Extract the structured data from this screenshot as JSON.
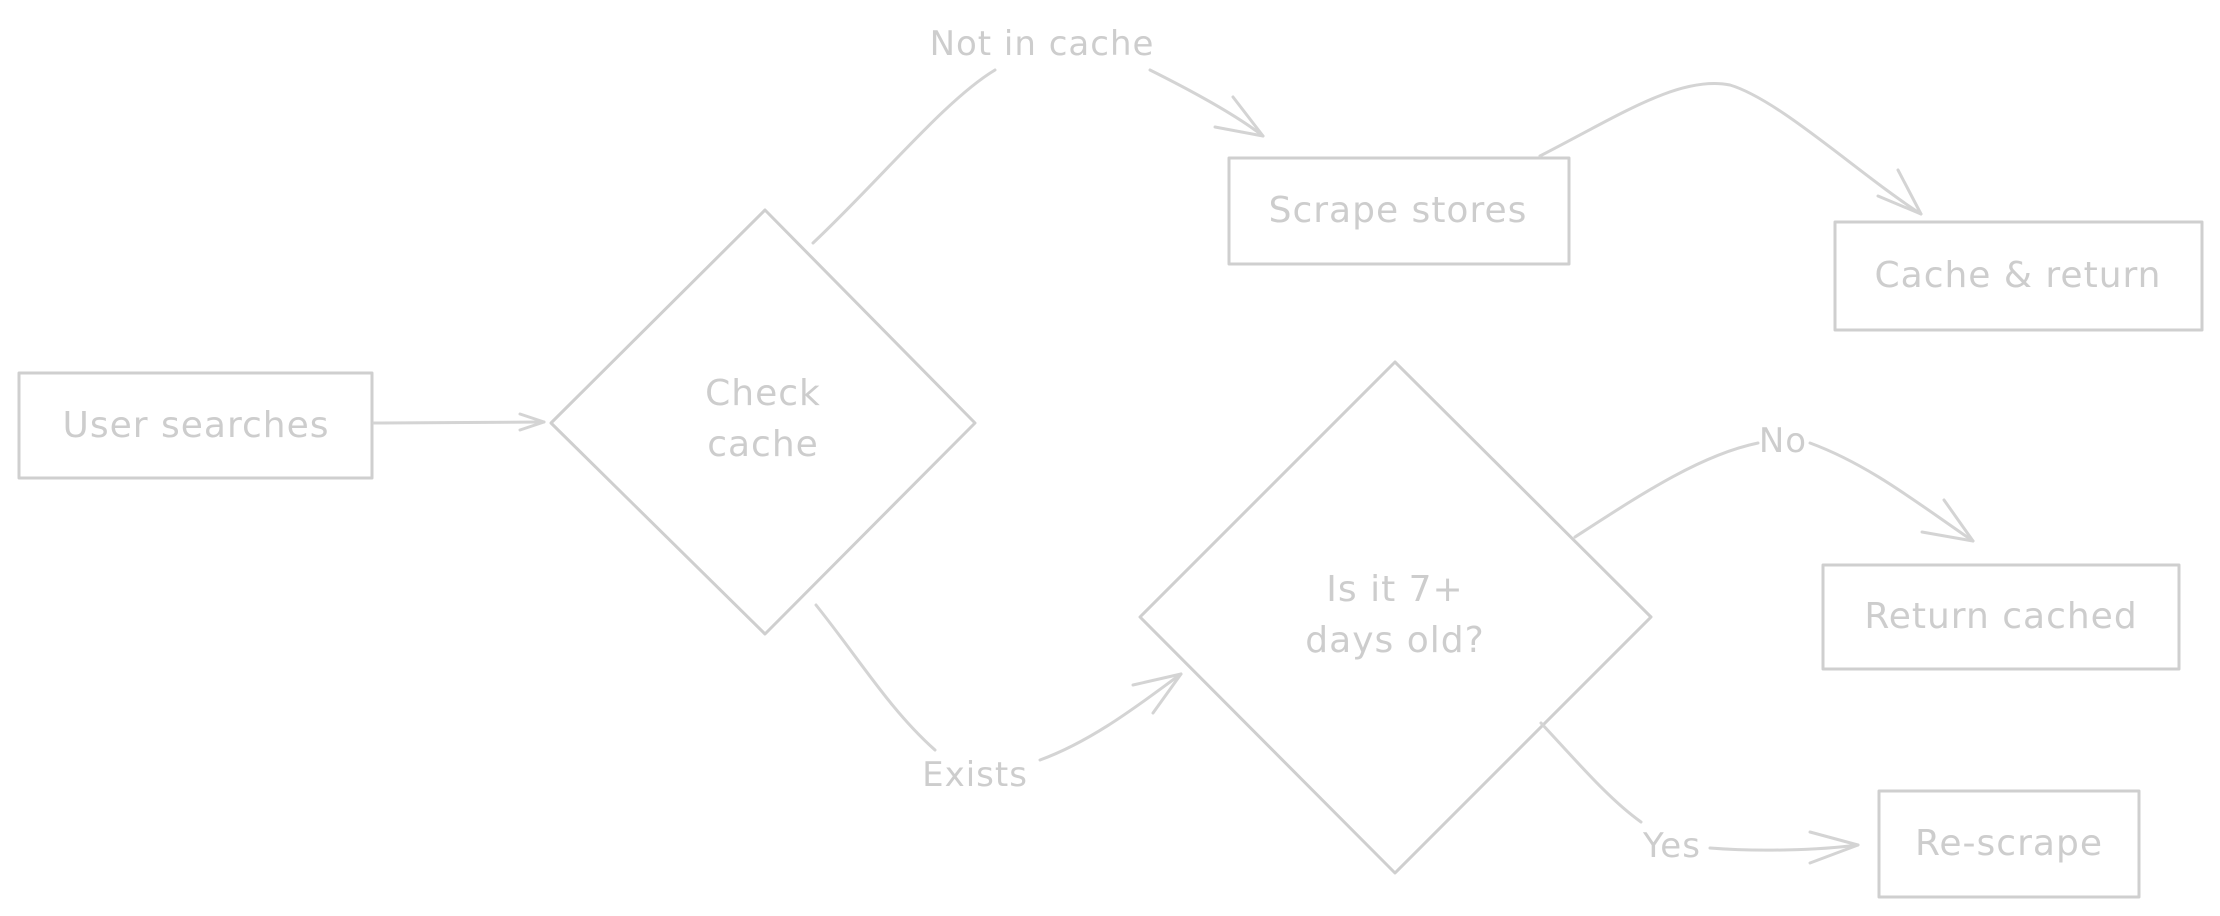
{
  "nodes": {
    "user_searches": "User searches",
    "check_cache_line1": "Check",
    "check_cache_line2": "cache",
    "scrape_stores": "Scrape stores",
    "cache_return": "Cache & return",
    "is_old_line1": "Is it 7+",
    "is_old_line2": "days old?",
    "return_cached": "Return cached",
    "rescrape": "Re-scrape"
  },
  "edges": {
    "not_in_cache": "Not in cache",
    "exists": "Exists",
    "no": "No",
    "yes": "Yes"
  },
  "colors": {
    "stroke": "#cfcfcf",
    "text": "#cdcdcd",
    "background": "#ffffff"
  }
}
